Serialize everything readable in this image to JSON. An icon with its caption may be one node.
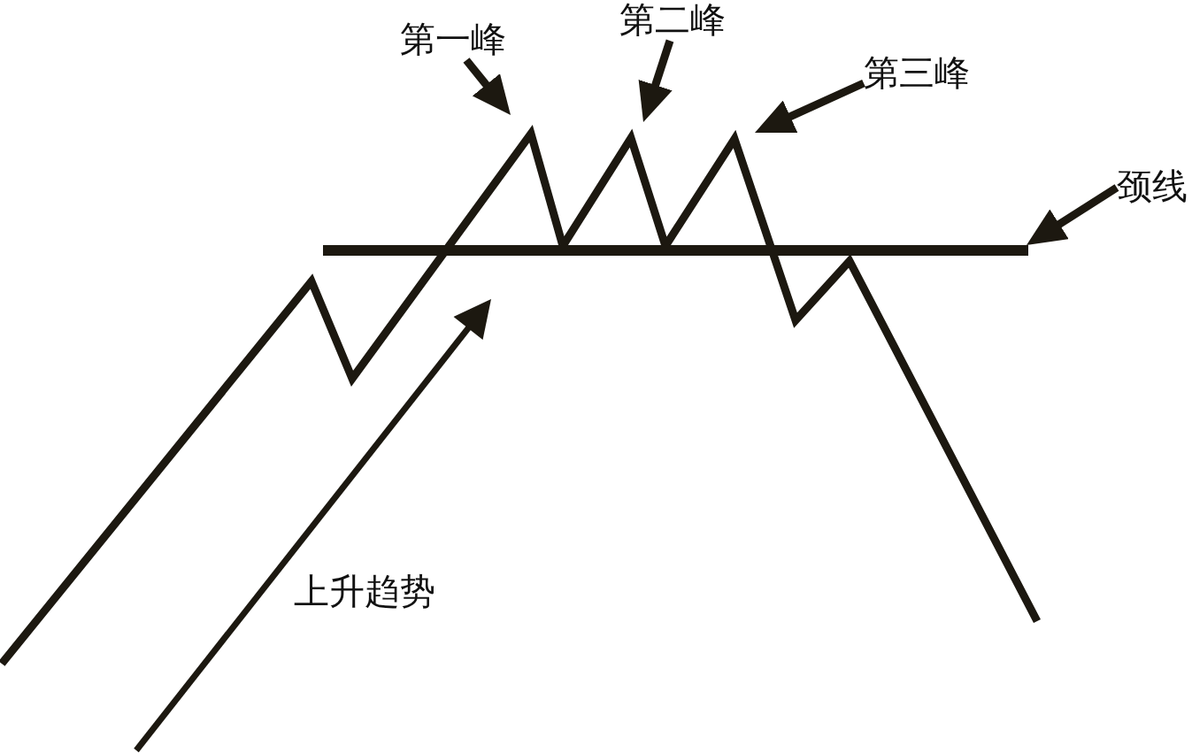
{
  "diagram": {
    "nodes": [
      {
        "text": [
          "第一峰"
        ]
      },
      {
        "text": [
          "第二峰"
        ]
      },
      {
        "text": [
          "第三峰"
        ]
      },
      {
        "text": [
          "颈线"
        ]
      },
      {
        "text": [],
        "shape": "line"
      }
    ],
    "edges": [
      {
        "from": 0,
        "to": null,
        "arrow": "to"
      },
      {
        "from": 1,
        "to": null,
        "arrow": "to"
      },
      {
        "from": 2,
        "to": null,
        "arrow": "to"
      },
      {
        "from": 3,
        "to": 4,
        "arrow": "to"
      }
    ],
    "labels": [
      "上升趋势"
    ]
  }
}
